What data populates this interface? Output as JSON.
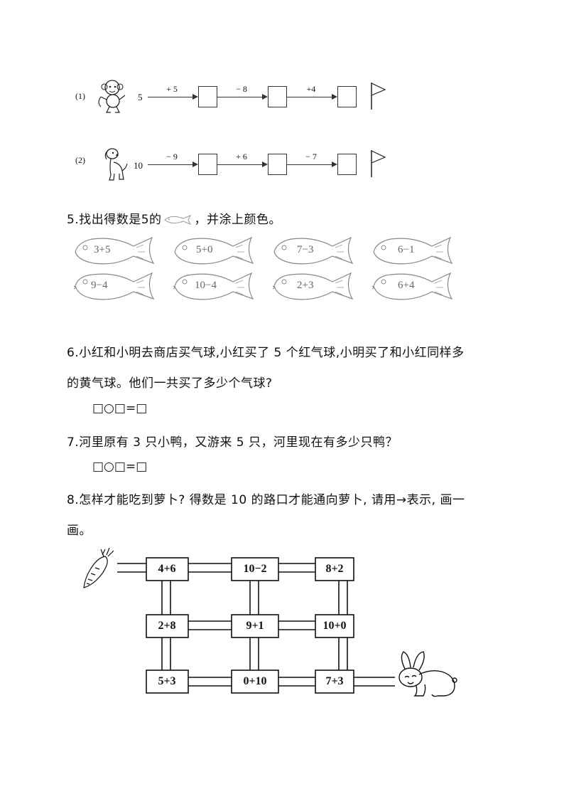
{
  "chains": [
    {
      "label": "(1)",
      "start": "5",
      "ops": [
        "+ 5",
        "− 8",
        "+4"
      ]
    },
    {
      "label": "(2)",
      "start": "10",
      "ops": [
        "− 9",
        "+ 6",
        "− 7"
      ]
    }
  ],
  "q5": {
    "text_before": "5.找出得数是5的",
    "text_after": "，并涂上颜色。",
    "fish": [
      "3+5",
      "5+0",
      "7−3",
      "6−1",
      "9−4",
      "10−4",
      "2+3",
      "6+4"
    ]
  },
  "q6": {
    "line1": "6.小红和小明去商店买气球,小红买了 5 个红气球,小明买了和小红同样多",
    "line2": "的黄气球。他们一共买了多少个气球?",
    "equation": "□○□=□"
  },
  "q7": {
    "line1": "7.河里原有 3 只小鸭，又游来 5 只，河里现在有多少只鸭？",
    "equation": "□○□=□"
  },
  "q8": {
    "line1": "8.怎样才能吃到萝卜? 得数是 10 的路口才能通向萝卜, 请用→表示, 画一",
    "line2": "画。",
    "cells": [
      [
        "4+6",
        "10−2",
        "8+2"
      ],
      [
        "2+8",
        "9+1",
        "10+0"
      ],
      [
        "5+3",
        "0+10",
        "7+3"
      ]
    ]
  }
}
